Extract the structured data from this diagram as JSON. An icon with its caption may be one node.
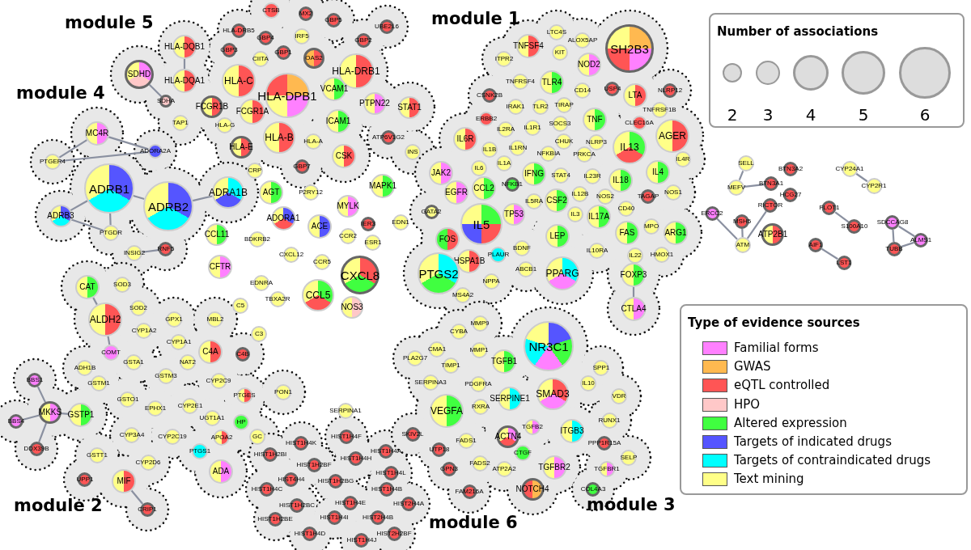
{
  "diagram": {
    "nodes": [
      {
        "text": [
          "module 5"
        ]
      },
      {
        "text": [
          "CTSB"
        ],
        "in": 0
      },
      {
        "text": [
          "MX2"
        ],
        "in": 0
      },
      {
        "text": [
          "GBP5"
        ],
        "in": 0
      },
      {
        "text": [
          "HLA-DRB5"
        ],
        "in": 0
      },
      {
        "text": [
          "GBP4"
        ],
        "in": 0
      },
      {
        "text": [
          "IRF5"
        ],
        "in": 0
      },
      {
        "text": [
          "GBP3"
        ],
        "in": 0
      },
      {
        "text": [
          "CIITA"
        ],
        "in": 0
      },
      {
        "text": [
          "GBP1"
        ],
        "in": 0
      },
      {
        "text": [
          "OAS2"
        ],
        "in": 0
      },
      {
        "text": [
          "HLA-DQB1"
        ],
        "in": 0
      },
      {
        "text": [
          "SDHD"
        ],
        "in": 0
      },
      {
        "text": [
          "HLA-DQA1"
        ],
        "in": 0
      },
      {
        "text": [
          "HLA-C"
        ],
        "in": 0
      },
      {
        "text": [
          "HLA-DPB1"
        ],
        "in": 0
      },
      {
        "text": [
          "SDHA"
        ],
        "in": 0
      },
      {
        "text": [
          "FCGR1B"
        ],
        "in": 0
      },
      {
        "text": [
          "FCGR1A"
        ],
        "in": 0
      },
      {
        "text": [
          "TAP1"
        ],
        "in": 0
      },
      {
        "text": [
          "HLA-G"
        ],
        "in": 0
      },
      {
        "text": [
          "HLA-B"
        ],
        "in": 0
      },
      {
        "text": [
          "HLA-A"
        ],
        "in": 0
      },
      {
        "text": [
          "HLA-E"
        ],
        "in": 0
      },
      {
        "text": [
          "GBP7"
        ],
        "in": 0
      },
      {
        "text": [
          "UBE2L6"
        ],
        "in": 0
      },
      {
        "text": [
          "GBP2"
        ],
        "in": 0
      },
      {
        "text": [
          "HLA-DRB1"
        ],
        "in": 0
      },
      {
        "text": [
          "VCAM1"
        ],
        "in": 0
      },
      {
        "text": [
          "ICAM1"
        ],
        "in": 0
      },
      {
        "text": [
          "PTPN22"
        ],
        "in": 0
      },
      {
        "text": [
          "CSK"
        ],
        "in": 0
      },
      {
        "text": [
          "STAT1"
        ],
        "in": 0
      },
      {
        "text": [
          "ATP6V1G2"
        ],
        "in": 0
      },
      {
        "text": [
          "INS"
        ],
        "in": 0
      },
      {
        "text": [
          "module 1"
        ]
      },
      {
        "text": [
          "TNFSF4"
        ],
        "in": 35
      },
      {
        "text": [
          "LTC4S"
        ],
        "in": 35
      },
      {
        "text": [
          "ALOX5AP"
        ],
        "in": 35
      },
      {
        "text": [
          "KIT"
        ],
        "in": 35
      },
      {
        "text": [
          "ITPR2"
        ],
        "in": 35
      },
      {
        "text": [
          "NOD2"
        ],
        "in": 35
      },
      {
        "text": [
          "SH2B3"
        ],
        "in": 35
      },
      {
        "text": [
          "TNFRSF4"
        ],
        "in": 35
      },
      {
        "text": [
          "TLR4"
        ],
        "in": 35
      },
      {
        "text": [
          "CSNK2B"
        ],
        "in": 35
      },
      {
        "text": [
          "CD14"
        ],
        "in": 35
      },
      {
        "text": [
          "USP4"
        ],
        "in": 35
      },
      {
        "text": [
          "LTA"
        ],
        "in": 35
      },
      {
        "text": [
          "NLRP12"
        ],
        "in": 35
      },
      {
        "text": [
          "IRAK1"
        ],
        "in": 35
      },
      {
        "text": [
          "TLR2"
        ],
        "in": 35
      },
      {
        "text": [
          "TIRAP"
        ],
        "in": 35
      },
      {
        "text": [
          "TNFRSF1B"
        ],
        "in": 35
      },
      {
        "text": [
          "ERBB2"
        ],
        "in": 35
      },
      {
        "text": [
          "TNF"
        ],
        "in": 35
      },
      {
        "text": [
          "SOCS3"
        ],
        "in": 35
      },
      {
        "text": [
          "IL2RA"
        ],
        "in": 35
      },
      {
        "text": [
          "IL1R1"
        ],
        "in": 35
      },
      {
        "text": [
          "CLEC16A"
        ],
        "in": 35
      },
      {
        "text": [
          "IL6R"
        ],
        "in": 35
      },
      {
        "text": [
          "CHUK"
        ],
        "in": 35
      },
      {
        "text": [
          "NLRP3"
        ],
        "in": 35
      },
      {
        "text": [
          "IL13"
        ],
        "in": 35
      },
      {
        "text": [
          "AGER"
        ],
        "in": 35
      },
      {
        "text": [
          "IL1B"
        ],
        "in": 35
      },
      {
        "text": [
          "IL1RN"
        ],
        "in": 35
      },
      {
        "text": [
          "NFKBIA"
        ],
        "in": 35
      },
      {
        "text": [
          "PRKCA"
        ],
        "in": 35
      },
      {
        "text": [
          "IL4R"
        ],
        "in": 35
      },
      {
        "text": [
          "IL6"
        ],
        "in": 35
      },
      {
        "text": [
          "IL1A"
        ],
        "in": 35
      },
      {
        "text": [
          "JAK2"
        ],
        "in": 35
      },
      {
        "text": [
          "IFNG"
        ],
        "in": 35
      },
      {
        "text": [
          "STAT4"
        ],
        "in": 35
      },
      {
        "text": [
          "IL23R"
        ],
        "in": 35
      },
      {
        "text": [
          "IL18"
        ],
        "in": 35
      },
      {
        "text": [
          "IL4"
        ],
        "in": 35
      },
      {
        "text": [
          "NFKB1"
        ],
        "in": 35
      },
      {
        "text": [
          "EGFR"
        ],
        "in": 35
      },
      {
        "text": [
          "CCL2"
        ],
        "in": 35
      },
      {
        "text": [
          "IL12B"
        ],
        "in": 35
      },
      {
        "text": [
          "NOS2"
        ],
        "in": 35
      },
      {
        "text": [
          "TAGAP"
        ],
        "in": 35
      },
      {
        "text": [
          "NOS1"
        ],
        "in": 35
      },
      {
        "text": [
          "IL5RA"
        ],
        "in": 35
      },
      {
        "text": [
          "CSF2"
        ],
        "in": 35
      },
      {
        "text": [
          "GATA2"
        ],
        "in": 35
      },
      {
        "text": [
          "IL5"
        ],
        "in": 35
      },
      {
        "text": [
          "TP53"
        ],
        "in": 35
      },
      {
        "text": [
          "IL3"
        ],
        "in": 35
      },
      {
        "text": [
          "IL17A"
        ],
        "in": 35
      },
      {
        "text": [
          "CD40"
        ],
        "in": 35
      },
      {
        "text": [
          "FAS"
        ],
        "in": 35
      },
      {
        "text": [
          "MPO"
        ],
        "in": 35
      },
      {
        "text": [
          "ARG1"
        ],
        "in": 35
      },
      {
        "text": [
          "FOS"
        ],
        "in": 35
      },
      {
        "text": [
          "LEP"
        ],
        "in": 35
      },
      {
        "text": [
          "BDNF"
        ],
        "in": 35
      },
      {
        "text": [
          "IL10RA"
        ],
        "in": 35
      },
      {
        "text": [
          "IL22"
        ],
        "in": 35
      },
      {
        "text": [
          "HMOX1"
        ],
        "in": 35
      },
      {
        "text": [
          "PLAUR"
        ],
        "in": 35
      },
      {
        "text": [
          "HSPA1B"
        ],
        "in": 35
      },
      {
        "text": [
          "ABCB1"
        ],
        "in": 35
      },
      {
        "text": [
          "PPARG"
        ],
        "in": 35
      },
      {
        "text": [
          "FOXP3"
        ],
        "in": 35
      },
      {
        "text": [
          "NPPA"
        ],
        "in": 35
      },
      {
        "text": [
          "MS4A2"
        ],
        "in": 35
      },
      {
        "text": [
          "CTLA4"
        ],
        "in": 35
      },
      {
        "text": [
          "PTGS2"
        ],
        "in": 35
      },
      {
        "text": [
          "module 4"
        ]
      },
      {
        "text": [
          "MC4R"
        ],
        "in": 111
      },
      {
        "text": [
          "ADORA2A"
        ],
        "in": 111
      },
      {
        "text": [
          "PTGER4"
        ],
        "in": 111
      },
      {
        "text": [
          "ADRB1"
        ],
        "in": 111
      },
      {
        "text": [
          "ADRB2"
        ],
        "in": 111
      },
      {
        "text": [
          "ADRB3"
        ],
        "in": 111
      },
      {
        "text": [
          "PTGDR"
        ],
        "in": 111
      },
      {
        "text": [
          "RNF5"
        ],
        "in": 111
      },
      {
        "text": [
          "INSIG2"
        ],
        "in": 111
      },
      {
        "text": [
          "ADRA1B"
        ],
        "in": 111
      },
      {
        "text": [
          "module 2"
        ]
      },
      {
        "text": [
          "CAT"
        ],
        "in": 122
      },
      {
        "text": [
          "SOD3"
        ],
        "in": 122
      },
      {
        "text": [
          "SOD2"
        ],
        "in": 122
      },
      {
        "text": [
          "ALDH2"
        ],
        "in": 122
      },
      {
        "text": [
          "GPX1"
        ],
        "in": 122
      },
      {
        "text": [
          "CYP1A2"
        ],
        "in": 122
      },
      {
        "text": [
          "CYP1A1"
        ],
        "in": 122
      },
      {
        "text": [
          "COMT"
        ],
        "in": 122
      },
      {
        "text": [
          "NAT2"
        ],
        "in": 122
      },
      {
        "text": [
          "GSTA1"
        ],
        "in": 122
      },
      {
        "text": [
          "ADH1B"
        ],
        "in": 122
      },
      {
        "text": [
          "GSTM3"
        ],
        "in": 122
      },
      {
        "text": [
          "CYP2C9"
        ],
        "in": 122
      },
      {
        "text": [
          "GSTM1"
        ],
        "in": 122
      },
      {
        "text": [
          "PTGES"
        ],
        "in": 122
      },
      {
        "text": [
          "PON1"
        ],
        "in": 122
      },
      {
        "text": [
          "GSTO1"
        ],
        "in": 122
      },
      {
        "text": [
          "EPHX1"
        ],
        "in": 122
      },
      {
        "text": [
          "CYP2E1"
        ],
        "in": 122
      },
      {
        "text": [
          "UGT1A1"
        ],
        "in": 122
      },
      {
        "text": [
          "BBS1"
        ],
        "in": 122
      },
      {
        "text": [
          "MKKS"
        ],
        "in": 122
      },
      {
        "text": [
          "GSTP1"
        ],
        "in": 122
      },
      {
        "text": [
          "BBS4"
        ],
        "in": 122
      },
      {
        "text": [
          "HP"
        ],
        "in": 122
      },
      {
        "text": [
          "GC"
        ],
        "in": 122
      },
      {
        "text": [
          "CYP3A4"
        ],
        "in": 122
      },
      {
        "text": [
          "CYP2C19"
        ],
        "in": 122
      },
      {
        "text": [
          "APOA2"
        ],
        "in": 122
      },
      {
        "text": [
          "DDX39B"
        ],
        "in": 122
      },
      {
        "text": [
          "PTGS1"
        ],
        "in": 122
      },
      {
        "text": [
          "GSTT1"
        ],
        "in": 122
      },
      {
        "text": [
          "CYP2D6"
        ],
        "in": 122
      },
      {
        "text": [
          "ADA"
        ],
        "in": 122
      },
      {
        "text": [
          "UPP1"
        ],
        "in": 122
      },
      {
        "text": [
          "MIF"
        ],
        "in": 122
      },
      {
        "text": [
          "CRIP1"
        ],
        "in": 122
      },
      {
        "text": [
          "MBL2"
        ],
        "in": 122
      },
      {
        "text": [
          "C4A"
        ],
        "in": 122
      },
      {
        "text": [
          "C4B"
        ],
        "in": 122
      },
      {
        "text": [
          "module 6"
        ]
      },
      {
        "text": [
          "HIST1H4K"
        ],
        "in": 163
      },
      {
        "text": [
          "HIST1H4F"
        ],
        "in": 163
      },
      {
        "text": [
          "HIST1H2BI"
        ],
        "in": 163
      },
      {
        "text": [
          "HIST1H4A"
        ],
        "in": 163
      },
      {
        "text": [
          "HIST1H2BF"
        ],
        "in": 163
      },
      {
        "text": [
          "HIST1H4H"
        ],
        "in": 163
      },
      {
        "text": [
          "HIST4H4"
        ],
        "in": 163
      },
      {
        "text": [
          "HIST1H2BG"
        ],
        "in": 163
      },
      {
        "text": [
          "HIST1H4L"
        ],
        "in": 163
      },
      {
        "text": [
          "HIST1H4C"
        ],
        "in": 163
      },
      {
        "text": [
          "HIST1H4B"
        ],
        "in": 163
      },
      {
        "text": [
          "HIST1H4E"
        ],
        "in": 163
      },
      {
        "text": [
          "HIST2H4A"
        ],
        "in": 163
      },
      {
        "text": [
          "HIST1H2BC"
        ],
        "in": 163
      },
      {
        "text": [
          "HIST1H4I"
        ],
        "in": 163
      },
      {
        "text": [
          "HIST2H4B"
        ],
        "in": 163
      },
      {
        "text": [
          "HIST1H2BE"
        ],
        "in": 163
      },
      {
        "text": [
          "HIST2H2BF"
        ],
        "in": 163
      },
      {
        "text": [
          "HIST1H4D"
        ],
        "in": 163
      },
      {
        "text": [
          "HIST1H4J"
        ],
        "in": 163
      },
      {
        "text": [
          "module 3"
        ]
      },
      {
        "text": [
          "MMP9"
        ],
        "in": 184
      },
      {
        "text": [
          "CYBA"
        ],
        "in": 184
      },
      {
        "text": [
          "CMA1"
        ],
        "in": 184
      },
      {
        "text": [
          "MMP1"
        ],
        "in": 184
      },
      {
        "text": [
          "NR3C1"
        ],
        "in": 184
      },
      {
        "text": [
          "PLA2G7"
        ],
        "in": 184
      },
      {
        "text": [
          "TIMP1"
        ],
        "in": 184
      },
      {
        "text": [
          "TGFB1"
        ],
        "in": 184
      },
      {
        "text": [
          "SPP1"
        ],
        "in": 184
      },
      {
        "text": [
          "SERPINA3"
        ],
        "in": 184
      },
      {
        "text": [
          "PDGFRA"
        ],
        "in": 184
      },
      {
        "text": [
          "IL10"
        ],
        "in": 184
      },
      {
        "text": [
          "SMAD3"
        ],
        "in": 184
      },
      {
        "text": [
          "SERPINE1"
        ],
        "in": 184
      },
      {
        "text": [
          "VDR"
        ],
        "in": 184
      },
      {
        "text": [
          "RXRA"
        ],
        "in": 184
      },
      {
        "text": [
          "VEGFA"
        ],
        "in": 184
      },
      {
        "text": [
          "RUNX1"
        ],
        "in": 184
      },
      {
        "text": [
          "SKIV2L"
        ],
        "in": 184
      },
      {
        "text": [
          "TGFB2"
        ],
        "in": 184
      },
      {
        "text": [
          "ITGB3"
        ],
        "in": 184
      },
      {
        "text": [
          "ACTN4"
        ],
        "in": 184
      },
      {
        "text": [
          "UTP18"
        ],
        "in": 184
      },
      {
        "text": [
          "FADS1"
        ],
        "in": 184
      },
      {
        "text": [
          "PPP1R15A"
        ],
        "in": 184
      },
      {
        "text": [
          "CTGF"
        ],
        "in": 184
      },
      {
        "text": [
          "SELP"
        ],
        "in": 184
      },
      {
        "text": [
          "FADS2"
        ],
        "in": 184
      },
      {
        "text": [
          "ATP2A2"
        ],
        "in": 184
      },
      {
        "text": [
          "GPN3"
        ],
        "in": 184
      },
      {
        "text": [
          "TGFBR2"
        ],
        "in": 184
      },
      {
        "text": [
          "TGFBR1"
        ],
        "in": 184
      },
      {
        "text": [
          "NOTCH4"
        ],
        "in": 184
      },
      {
        "text": [
          "FAM216A"
        ],
        "in": 184
      },
      {
        "text": [
          "COL4A3"
        ],
        "in": 184
      },
      {
        "text": [
          "CRP"
        ]
      },
      {
        "text": [
          "AGT"
        ]
      },
      {
        "text": [
          "P2RY12"
        ]
      },
      {
        "text": [
          "MAPK1"
        ]
      },
      {
        "text": [
          "MYLK"
        ]
      },
      {
        "text": [
          "ADORA1"
        ]
      },
      {
        "text": [
          "ACE"
        ]
      },
      {
        "text": [
          "CCL11"
        ]
      },
      {
        "text": [
          "BDKRB2"
        ]
      },
      {
        "text": [
          "IER3"
        ]
      },
      {
        "text": [
          "EDN1"
        ]
      },
      {
        "text": [
          "CCR2"
        ]
      },
      {
        "text": [
          "ESR1"
        ]
      },
      {
        "text": [
          "CXCL12"
        ]
      },
      {
        "text": [
          "CCR5"
        ]
      },
      {
        "text": [
          "CFTR"
        ]
      },
      {
        "text": [
          "CXCL8"
        ]
      },
      {
        "text": [
          "EDNRA"
        ]
      },
      {
        "text": [
          "TBXA2R"
        ]
      },
      {
        "text": [
          "CCL5"
        ]
      },
      {
        "text": [
          "NOS3"
        ]
      },
      {
        "text": [
          "C5"
        ]
      },
      {
        "text": [
          "C3"
        ]
      },
      {
        "text": [
          "SERPINA1"
        ]
      },
      {
        "text": [
          "SELL"
        ]
      },
      {
        "text": [
          "CYP24A1"
        ]
      },
      {
        "text": [
          "BTN3A2"
        ]
      },
      {
        "text": [
          "MEFV"
        ]
      },
      {
        "text": [
          "BTN3A1"
        ]
      },
      {
        "text": [
          "CYP2R1"
        ]
      },
      {
        "text": [
          "HCG27"
        ]
      },
      {
        "text": [
          "RICTOR"
        ]
      },
      {
        "text": [
          "FLOT1"
        ]
      },
      {
        "text": [
          "ERCC2"
        ]
      },
      {
        "text": [
          "MSH5"
        ]
      },
      {
        "text": [
          "S100A10"
        ]
      },
      {
        "text": [
          "SDCCAG8"
        ]
      },
      {
        "text": [
          "ATP2B1"
        ]
      },
      {
        "text": [
          "AIF1"
        ]
      },
      {
        "text": [
          "ATM"
        ]
      },
      {
        "text": [
          "ALMS1"
        ]
      },
      {
        "text": [
          "TUBB"
        ]
      },
      {
        "text": [
          "LST1"
        ]
      }
    ],
    "edges": [
      {
        "from": 245,
        "to": 249,
        "arrow": "none"
      },
      {
        "from": 252,
        "to": 255,
        "arrow": "none"
      },
      {
        "from": 258,
        "to": 262,
        "arrow": "none"
      },
      {
        "from": 256,
        "to": 260,
        "arrow": "none"
      },
      {
        "from": 256,
        "to": 261,
        "arrow": "none"
      },
      {
        "from": 261,
        "to": 260,
        "arrow": "none"
      },
      {
        "from": 244,
        "to": 247,
        "arrow": "none"
      },
      {
        "from": 254,
        "to": 259,
        "arrow": "none"
      },
      {
        "from": 253,
        "to": 259,
        "arrow": "none"
      },
      {
        "from": 251,
        "to": 259,
        "arrow": "none"
      },
      {
        "from": 247,
        "to": 248,
        "arrow": "none"
      },
      {
        "from": 11,
        "to": 13,
        "arrow": "none"
      },
      {
        "from": 12,
        "to": 16,
        "arrow": "none"
      },
      {
        "from": 112,
        "to": 113,
        "arrow": "none"
      },
      {
        "from": 112,
        "to": 114,
        "arrow": "none"
      },
      {
        "from": 115,
        "to": 116,
        "arrow": "none"
      },
      {
        "from": 115,
        "to": 117,
        "arrow": "none"
      },
      {
        "from": 117,
        "to": 118,
        "arrow": "none"
      },
      {
        "from": 115,
        "to": 118,
        "arrow": "none"
      },
      {
        "from": 116,
        "to": 121,
        "arrow": "none"
      },
      {
        "from": 114,
        "to": 113,
        "arrow": "none"
      },
      {
        "from": 143,
        "to": 144,
        "arrow": "none"
      },
      {
        "from": 146,
        "to": 144,
        "arrow": "none"
      },
      {
        "from": 144,
        "to": 152,
        "arrow": "none"
      },
      {
        "from": 144,
        "to": 145,
        "arrow": "none"
      },
      {
        "from": 158,
        "to": 159,
        "arrow": "none"
      },
      {
        "from": 126,
        "to": 123,
        "arrow": "none"
      },
      {
        "from": 106,
        "to": 109,
        "arrow": "none"
      },
      {
        "from": 126,
        "to": 130,
        "arrow": "none"
      },
      {
        "from": 120,
        "to": 119,
        "arrow": "none"
      }
    ],
    "labels": [
      "Number of associations",
      "Type of evidence sources"
    ],
    "legend": [
      {
        "text": "2"
      },
      {
        "text": "3"
      },
      {
        "text": "4"
      },
      {
        "text": "5"
      },
      {
        "text": "6"
      },
      {
        "text": "Familial forms",
        "color": "#ff80ff"
      },
      {
        "text": "GWAS",
        "color": "#ffb950"
      },
      {
        "text": "eQTL controlled",
        "color": "#ff5555"
      },
      {
        "text": "HPO",
        "color": "#ffc8c8"
      },
      {
        "text": "Altered expression",
        "color": "#40ff40"
      },
      {
        "text": "Targets of indicated drugs",
        "color": "#5555ff"
      },
      {
        "text": "Targets of contraindicated drugs",
        "color": "#00ffff"
      },
      {
        "text": "Text mining",
        "color": "#ffff88"
      }
    ]
  }
}
